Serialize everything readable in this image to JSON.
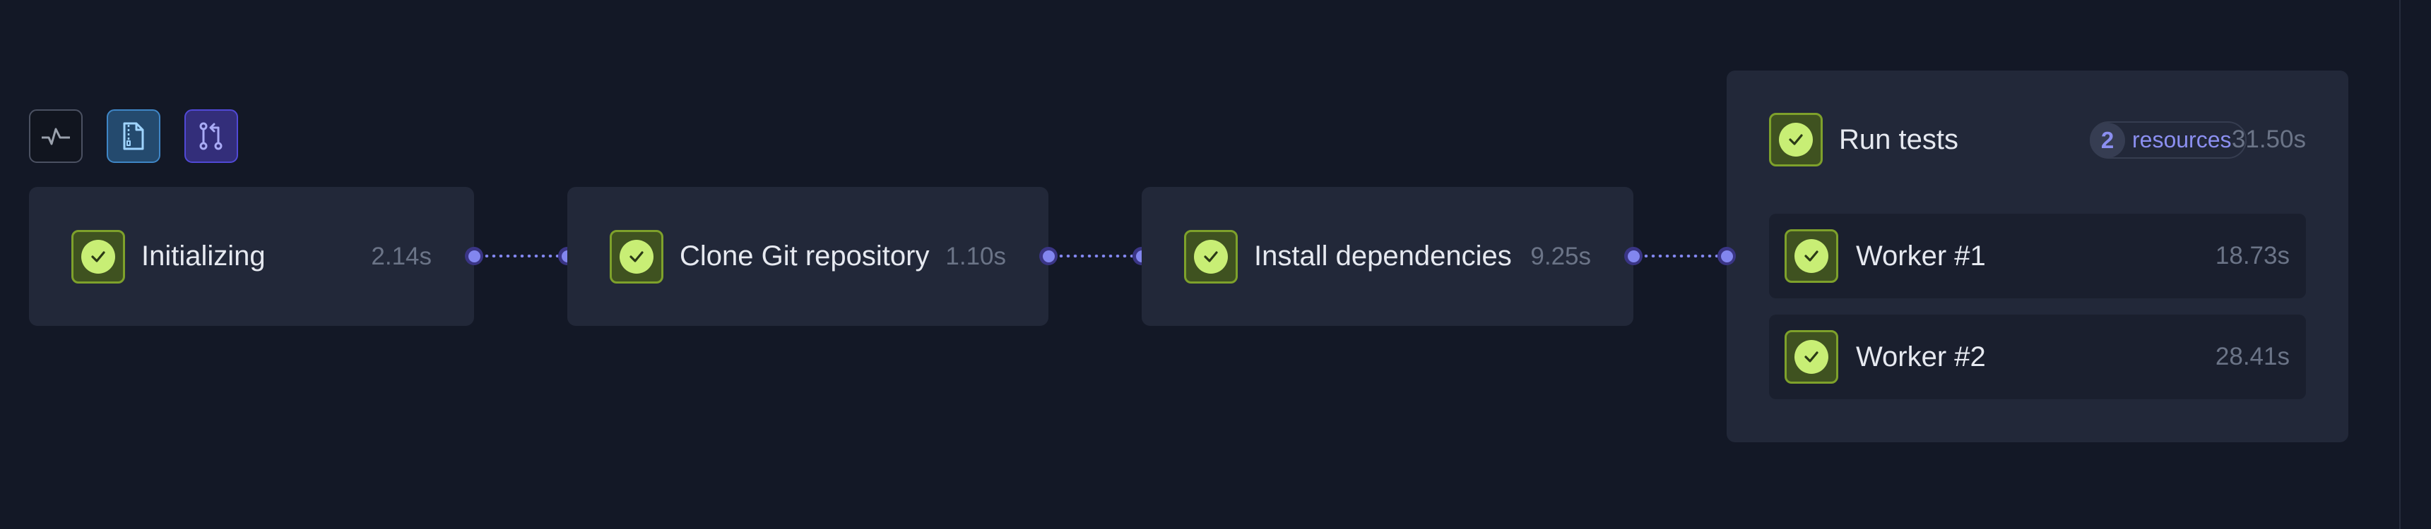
{
  "toolbar": {
    "buttons": [
      {
        "icon": "activity-icon",
        "color": "#9aa1ad"
      },
      {
        "icon": "file-archive-icon",
        "color": "#9fd4ff"
      },
      {
        "icon": "git-pull-request-icon",
        "color": "#a9abf5"
      }
    ]
  },
  "pipeline": {
    "steps": [
      {
        "label": "Initializing",
        "duration": "2.14s",
        "status": "success"
      },
      {
        "label": "Clone Git repository",
        "duration": "1.10s",
        "status": "success"
      },
      {
        "label": "Install dependencies",
        "duration": "9.25s",
        "status": "success"
      }
    ],
    "group": {
      "label": "Run tests",
      "duration": "31.50s",
      "status": "success",
      "resources_count": "2",
      "resources_label": "resources",
      "workers": [
        {
          "label": "Worker #1",
          "duration": "18.73s",
          "status": "success"
        },
        {
          "label": "Worker #2",
          "duration": "28.41s",
          "status": "success"
        }
      ]
    }
  },
  "colors": {
    "background": "#131826",
    "card": "#222839",
    "worker_card": "#1a1f2e",
    "success": "#c8ee75",
    "edge": "#8286ef",
    "muted_text": "#6b7487"
  }
}
